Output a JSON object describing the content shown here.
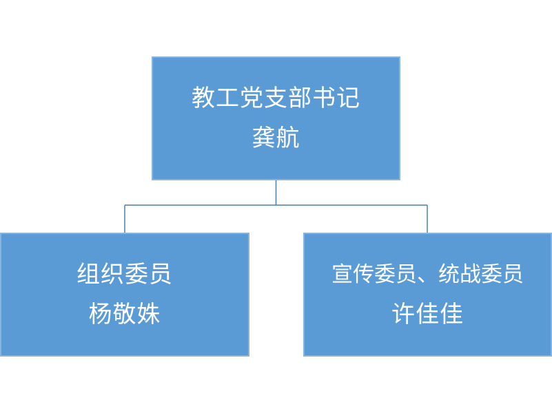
{
  "diagram": {
    "root": {
      "role": "教工党支部书记",
      "name": "龚航"
    },
    "children": [
      {
        "role": "组织委员",
        "name": "杨敬姝"
      },
      {
        "role": "宣传委员、统战委员",
        "name": "许佳佳"
      }
    ]
  },
  "colors": {
    "box_fill": "#5b9bd5",
    "box_border": "#8ab4dd",
    "connector": "#4a7fad",
    "text": "#ffffff"
  }
}
